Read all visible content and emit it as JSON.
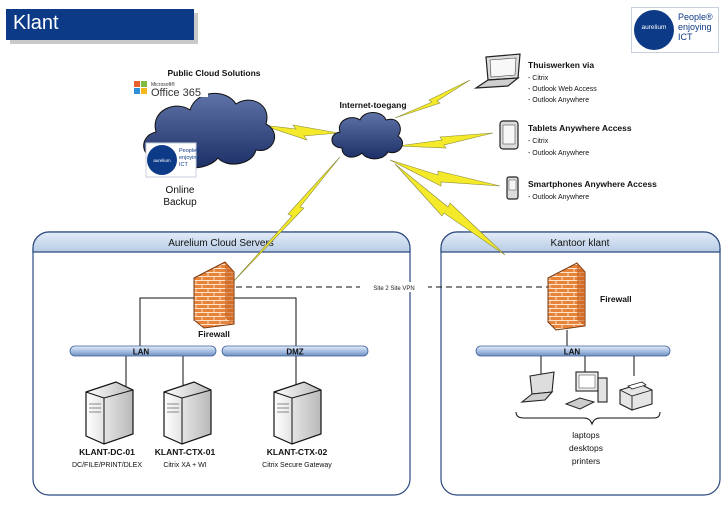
{
  "title": "Klant",
  "logo": {
    "name": "aurelium",
    "tagline": [
      "People®",
      "enjoying",
      "ICT"
    ]
  },
  "cloud": {
    "public_title": "Public Cloud Solutions",
    "office_small": "Microsoft®",
    "office_word": "Office 365",
    "badge_name": "aurelium",
    "badge_tagline": [
      "People®",
      "enjoying",
      "ICT"
    ],
    "backup": [
      "Online",
      "Backup"
    ]
  },
  "internet_label": "Internet-toegang",
  "remote": [
    {
      "title": "Thuiswerken via",
      "items": [
        "- Citrix",
        "- Outlook Web Access",
        "- Outlook Anywhere"
      ]
    },
    {
      "title": "Tablets Anywhere Access",
      "items": [
        "- Citrix",
        "- Outlook Anywhere"
      ]
    },
    {
      "title": "Smartphones Anywhere Access",
      "items": [
        "- Outlook Anywhere"
      ]
    }
  ],
  "cloud_servers": {
    "title": "Aurelium Cloud Servers",
    "firewall": "Firewall",
    "lan": "LAN",
    "dmz": "DMZ",
    "servers": [
      {
        "name": "KLANT-DC-01",
        "desc": "DC/FILE/PRINT/DLEX"
      },
      {
        "name": "KLANT-CTX-01",
        "desc": "Citrix XA + WI"
      },
      {
        "name": "KLANT-CTX-02",
        "desc": "Citrix Secure Gateway"
      }
    ]
  },
  "vpn_label": "Site 2 Site VPN",
  "office": {
    "title": "Kantoor klant",
    "firewall": "Firewall",
    "lan": "LAN",
    "devices": [
      "laptops",
      "desktops",
      "printers"
    ]
  },
  "colors": {
    "brand": "#0d3a87",
    "panel_header": "#c9d8ec",
    "lan_bar": "#b6cae6",
    "firewall": "#e8833a",
    "lightning": "#f4ea2a",
    "cloud": "#243b7a"
  }
}
